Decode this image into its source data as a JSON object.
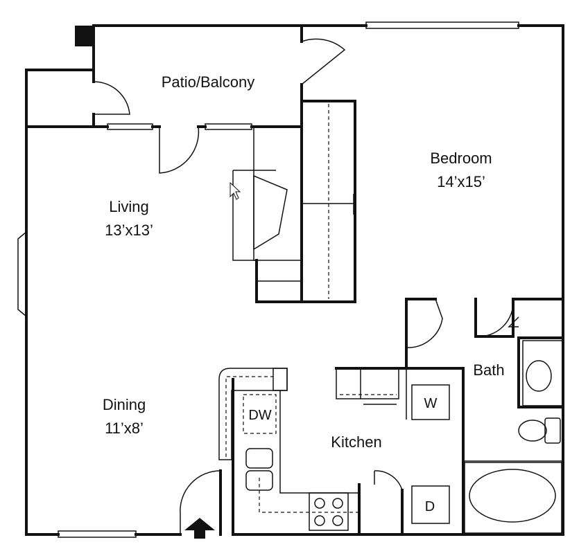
{
  "rooms": {
    "patio": {
      "name": "Patio/Balcony"
    },
    "bedroom": {
      "name": "Bedroom",
      "size": "14’x15’"
    },
    "living": {
      "name": "Living",
      "size": "13’x13’"
    },
    "dining": {
      "name": "Dining",
      "size": "11’x8’"
    },
    "kitchen": {
      "name": "Kitchen"
    },
    "bath": {
      "name": "Bath"
    }
  },
  "appliances": {
    "dishwasher": "DW",
    "washer": "W",
    "dryer": "D"
  },
  "icons": {
    "entry": "entry-arrow-icon",
    "cursor": "mouse-cursor-icon"
  }
}
